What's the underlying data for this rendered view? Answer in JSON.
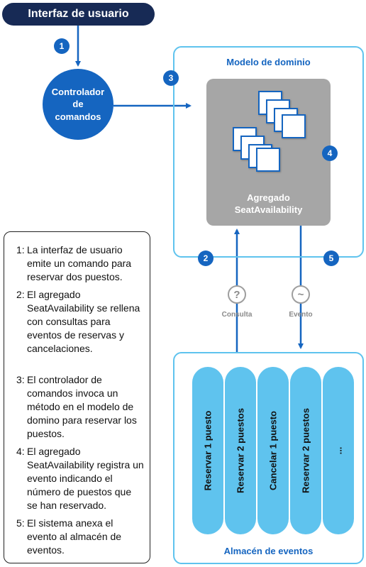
{
  "ui_label": "Interfaz de usuario",
  "controller": {
    "line1": "Controlador",
    "line2": "de",
    "line3": "comandos"
  },
  "domain_title": "Modelo de dominio",
  "aggregate": {
    "line1": "Agregado",
    "line2": "SeatAvailability"
  },
  "store_title": "Almacén de eventos",
  "badges": {
    "b1": "1",
    "b2": "2",
    "b3": "3",
    "b4": "4",
    "b5": "5"
  },
  "query": {
    "symbol": "?",
    "label": "Consulta"
  },
  "event": {
    "symbol": "~",
    "label": "Evento"
  },
  "events": [
    "Reservar 1 puesto",
    "Reservar 2 puestos",
    "Cancelar 1 puesto",
    "Reservar 2 puestos",
    "..."
  ],
  "legend": [
    {
      "num": "1:",
      "text": "La interfaz de usuario emite un comando para reservar dos puestos."
    },
    {
      "num": "2:",
      "text": "El agregado SeatAvailability se rellena con consultas para eventos de reservas y cancelaciones."
    },
    {
      "num": "3:",
      "text": "El controlador de comandos invoca un método en el modelo de domino para reservar los puestos."
    },
    {
      "num": "4:",
      "text": "El agregado SeatAvailability registra un evento indicando el número de puestos que se han reservado."
    },
    {
      "num": "5:",
      "text": "El sistema anexa el evento al almacén de eventos."
    }
  ],
  "colors": {
    "navy": "#172a55",
    "blue": "#1565c0",
    "light_blue": "#5fc3ee",
    "gray": "#a6a6a6"
  }
}
